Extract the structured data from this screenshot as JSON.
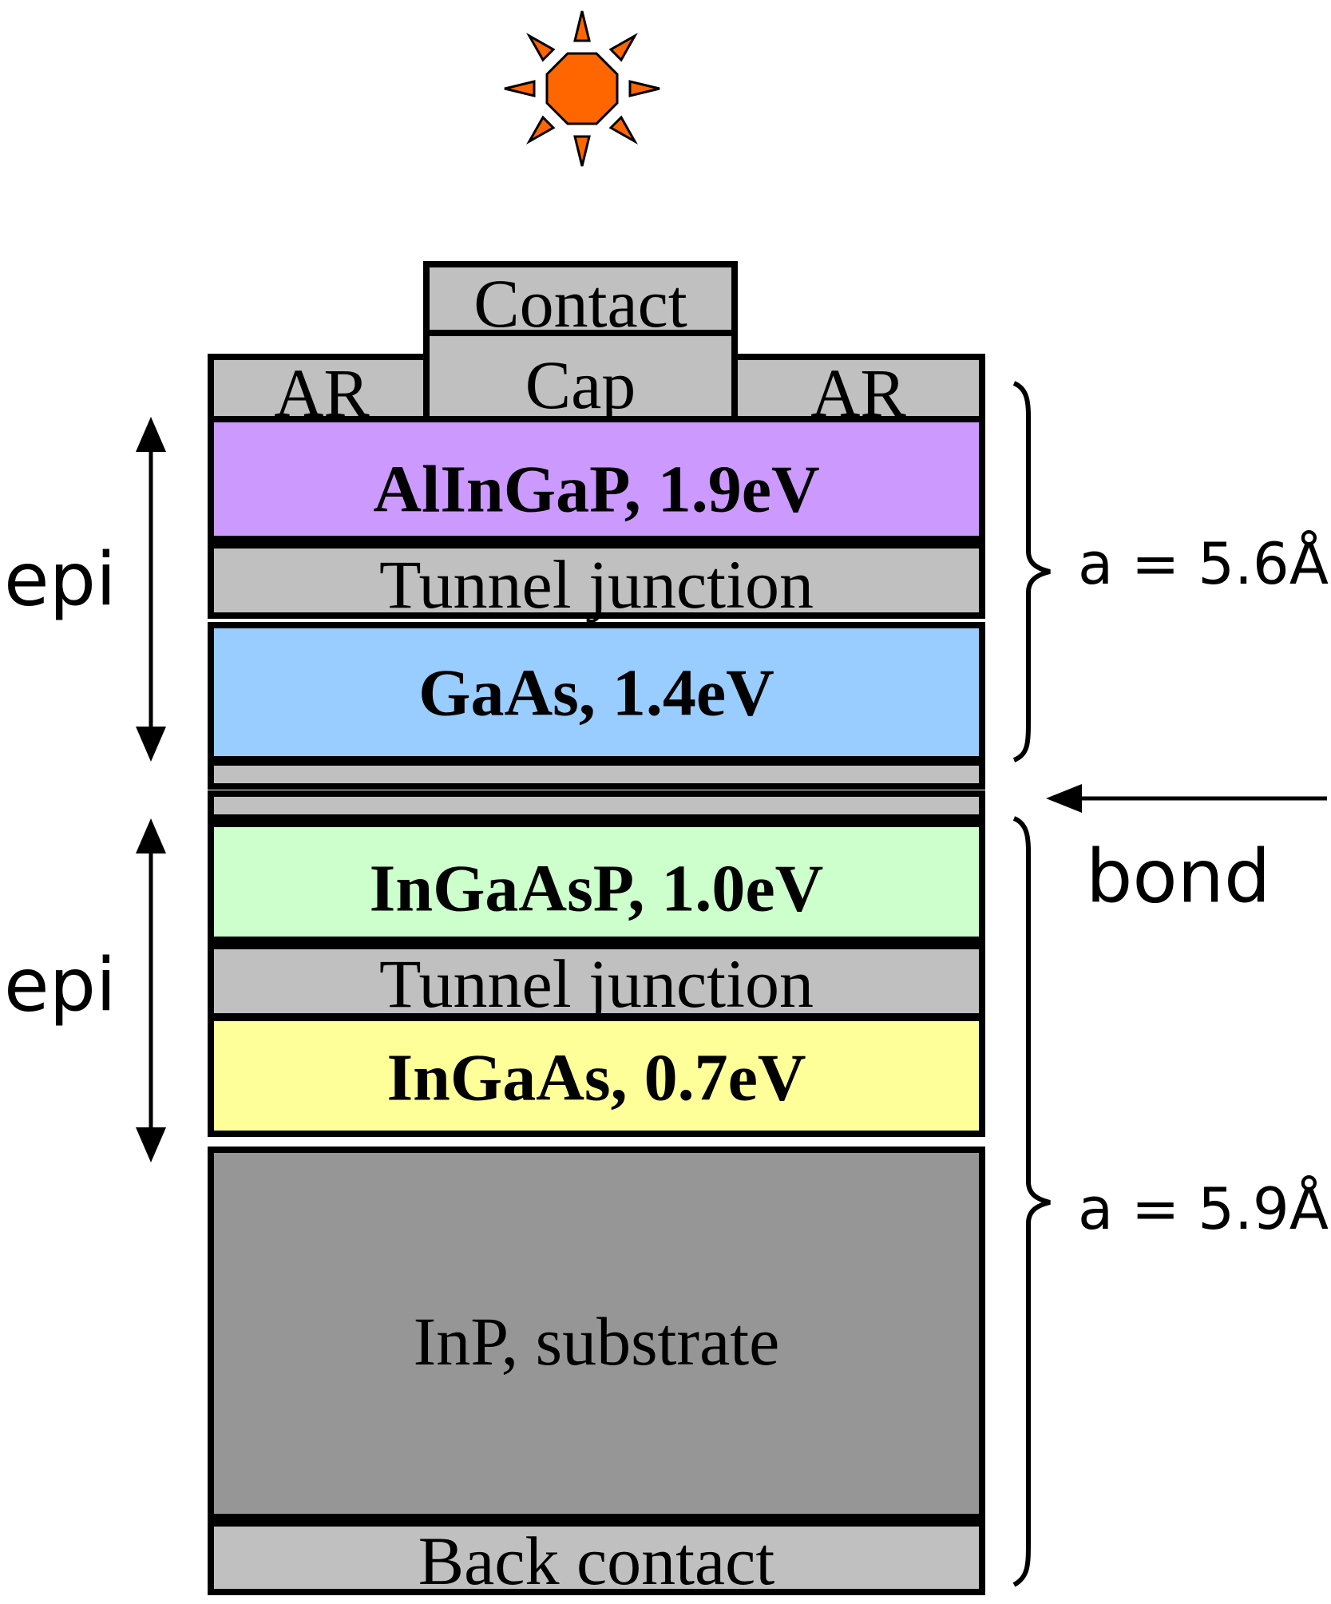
{
  "sun": {
    "icon": "sun-icon",
    "fill_color": "#ff6600",
    "ray_color": "#ff6600"
  },
  "top": {
    "contact": {
      "label": "Contact",
      "color": "#c0c0c0"
    },
    "ar_left": {
      "label": "AR",
      "color": "#c0c0c0"
    },
    "cap": {
      "label": "Cap",
      "color": "#c0c0c0"
    },
    "ar_right": {
      "label": "AR",
      "color": "#c0c0c0"
    }
  },
  "layers": {
    "allingap": {
      "label": "AlInGaP, 1.9eV",
      "color": "#cc99ff"
    },
    "tunnel_1": {
      "label": "Tunnel junction",
      "color": "#c0c0c0"
    },
    "gaas": {
      "label": "GaAs, 1.4eV",
      "color": "#99ccff"
    },
    "bond_layer_1": {
      "label": "",
      "color": "#c0c0c0"
    },
    "bond_layer_2": {
      "label": "",
      "color": "#c0c0c0"
    },
    "ingaasp": {
      "label": "InGaAsP, 1.0eV",
      "color": "#ccffcc"
    },
    "tunnel_2": {
      "label": "Tunnel junction",
      "color": "#c0c0c0"
    },
    "ingaas": {
      "label": "InGaAs, 0.7eV",
      "color": "#ffff99"
    },
    "inp": {
      "label": "InP, substrate",
      "color": "#969696"
    },
    "back_contact": {
      "label": "Back contact",
      "color": "#c0c0c0"
    }
  },
  "annotations": {
    "epi_top": "epi",
    "epi_bottom": "epi",
    "lattice_top": "a = 5.6Å",
    "lattice_bottom": "a = 5.9Å",
    "bond": "bond"
  }
}
